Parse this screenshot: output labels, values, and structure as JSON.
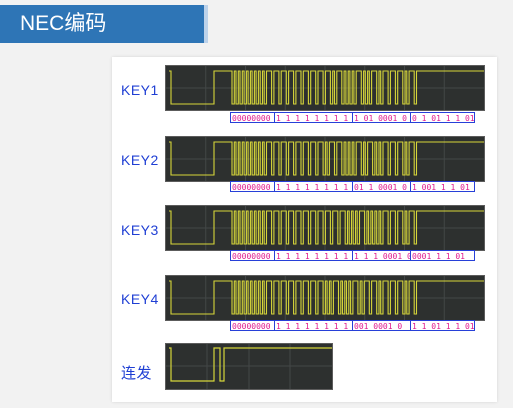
{
  "title": "NEC编码",
  "colors": {
    "banner": "#2e75b6",
    "label": "#1f3fd4",
    "bits": "#e0198e",
    "box": "#2740d8",
    "signal": "#d6d63a",
    "scope_bg": "#2d302f"
  },
  "keys": [
    {
      "label": "KEY1",
      "segments": [
        "00000000",
        "1 1 1 1 1 1 1 1",
        "1 01 0001 0",
        "0 1 01 1 1 01"
      ]
    },
    {
      "label": "KEY2",
      "segments": [
        "00000000",
        "1 1 1 1 1 1 1 1",
        "01 1 0001 0",
        "1 001 1 1 01"
      ]
    },
    {
      "label": "KEY3",
      "segments": [
        "00000000",
        "1 1 1 1 1 1 1 1",
        "1 1 1 0001 0",
        "0001 1 1 01"
      ]
    },
    {
      "label": "KEY4",
      "segments": [
        "00000000",
        "1 1 1 1 1 1 1 1",
        "001 0001 0",
        "1 1 01 1 1 01"
      ]
    }
  ],
  "repeat": {
    "label": "连发"
  }
}
